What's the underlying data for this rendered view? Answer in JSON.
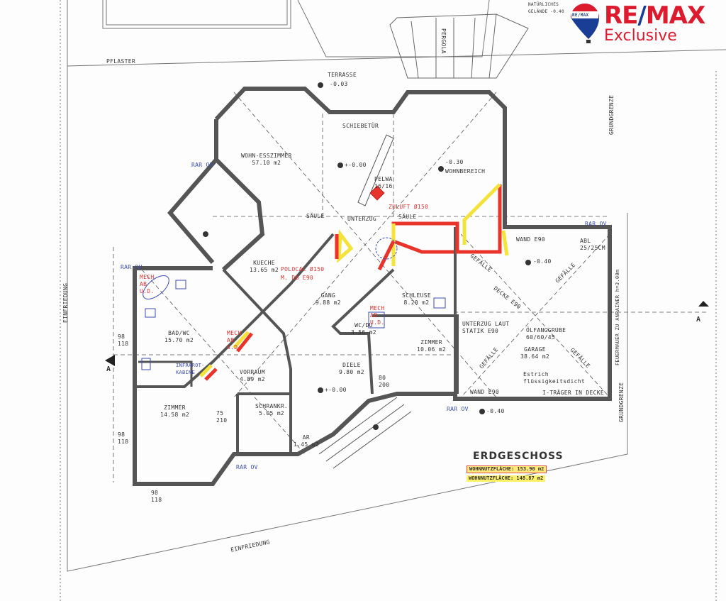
{
  "logo": {
    "brand_prefix": "RE",
    "brand_slash": "/",
    "brand_suffix": "MAX",
    "subtitle": "Exclusive",
    "balloon_text": "RE/MAX",
    "colors": {
      "red": "#dc1c2e",
      "blue": "#1a3e95"
    }
  },
  "plan": {
    "title": "ERDGESCHOSS",
    "legend": [
      {
        "text": "WOHNNUTZFLÄCHE: 153.90 m2",
        "color": "#e05050"
      },
      {
        "text": "WOHNNUTZFLÄCHE: 148.87 m2",
        "color": "#fff26a"
      }
    ],
    "rooms": [
      {
        "name": "WOHN-ESSZIMMER",
        "area": "57.10 m2"
      },
      {
        "name": "KUECHE",
        "area": "13.65 m2"
      },
      {
        "name": "BAD/WC",
        "area": "15.70 m2"
      },
      {
        "name": "GANG",
        "area": "9.88 m2"
      },
      {
        "name": "SCHLEUSE",
        "area": "8.20 m2"
      },
      {
        "name": "WC/DU",
        "area": "3.56 m2"
      },
      {
        "name": "ZIMMER",
        "area": "10.06 m2"
      },
      {
        "name": "DIELE",
        "area": "9.80 m2"
      },
      {
        "name": "VORRAUM",
        "area": "4.89 m2"
      },
      {
        "name": "SCHRANKR.",
        "area": "5.05 m2"
      },
      {
        "name": "ZIMMER",
        "area": "14.58 m2"
      },
      {
        "name": "AR",
        "area": "1.45 m2"
      },
      {
        "name": "GARAGE",
        "area": "38.64 m2"
      }
    ],
    "annotations": {
      "pflaster": "PFLASTER",
      "terrasse": "TERRASSE",
      "terrasse_level": "-0.03",
      "schiebetuer": "SCHIEBETÜR",
      "pergola": "PERGOLA",
      "wohnbereich": "WOHNBEREICH",
      "wohnbereich_level": "-0.30",
      "level_000": "+-0.00",
      "level_040": "-0.40",
      "saule": "SÄULE",
      "unterzug": "UNTERZUG",
      "zuluft": "ZULUFT Ø150",
      "pellwa": "PELWA 16/16",
      "polocal": "POLOCAL Ø150",
      "polocal2": "M. DB E90",
      "mech_ab": "MECH AB U.D.",
      "infrarot": "INFRAROT-KABINE",
      "wand_e90": "WAND E90",
      "decke_e90": "DECKE E90",
      "gefaelle": "GEFÄLLE",
      "unterzug_statik": "UNTERZUG LAUT STATIK E90",
      "oelfang": "ÖLFANGGRUBE 60/60/45",
      "estrich": "Estrich flüssigkeitsdicht",
      "traeger": "I-TRÄGER IN DECKE",
      "abl": "ABL 25/25CM",
      "rar_ov": "RAR OV",
      "grundgrenze": "GRUNDGRENZE",
      "einfriedung": "EINFRIEDUNG",
      "feuermauer": "FEUERMAUER ZU ANRAINER h=3.00m",
      "natuerliches_gelaende": "NATÜRLICHES GELÄNDE -0.40",
      "section_a": "A",
      "door_1": "80 200",
      "door_2": "75 210",
      "door_3": "98 118"
    }
  }
}
